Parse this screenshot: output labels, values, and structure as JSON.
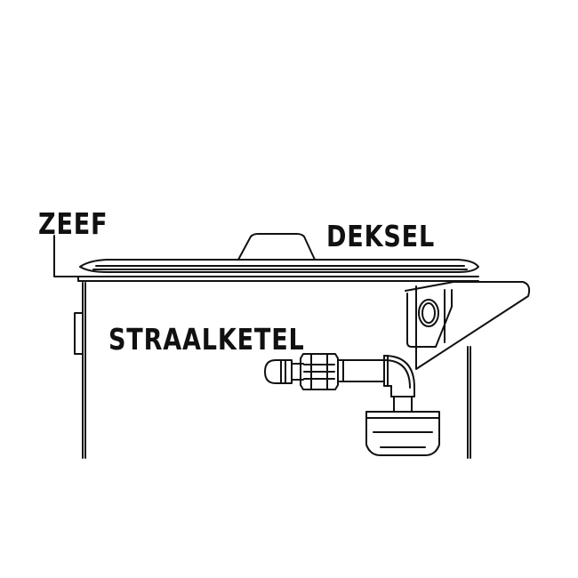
{
  "labels": {
    "zeef": "ZEEF",
    "deksel": "DEKSEL",
    "straalketel": "STRAALKETEL"
  },
  "colors": {
    "line": "#111111",
    "background": "#ffffff"
  }
}
